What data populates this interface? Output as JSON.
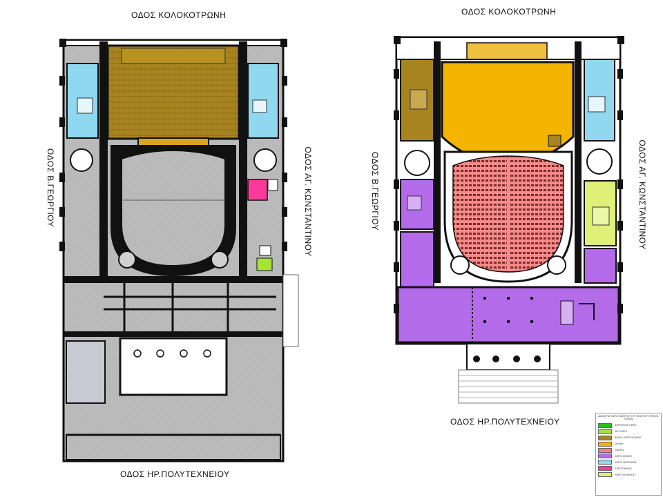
{
  "left_plan": {
    "street_top": "ΟΔΟΣ ΚΟΛΟΚΟΤΡΩΝΗ",
    "street_bottom": "ΟΔΟΣ ΗΡ.ΠΟΛΥΤΕΧΝΕΙΟΥ",
    "street_left": "ΟΔΟΣ Β.ΓΕΩΡΓΙΟΥ",
    "street_right": "ΟΔΟΣ ΑΓ. ΚΩΝΣΤΑΝΤΙΝΟΥ"
  },
  "right_plan": {
    "street_top": "ΟΔΟΣ ΚΟΛΟΚΟΤΡΩΝΗ",
    "street_bottom": "ΟΔΟΣ ΗΡ.ΠΟΛΥΤΕΧΝΕΙΟΥ",
    "street_left": "ΟΔΟΣ Β.ΓΕΩΡΓΙΟΥ",
    "street_right": "ΟΔΟΣ ΑΓ. ΚΩΝΣΤΑΝΤΙΝΟΥ"
  },
  "legend": {
    "title": "ΔΙΑΦΟΡΟΙ ΧΩΡΟΙ ΘΕΑΤΡΟΥ ΤΟΥ ΘΕΑΤΡΟΥ ΧΡΗΣΕΙΣ ΧΩΡΩΝ",
    "items": [
      {
        "label": "ΦΟΡΗΤΙΚΟΙ ΧΩΡΟΙ",
        "color": "#22c02a"
      },
      {
        "label": "WC ΧΩΡΟΙ",
        "color": "#a6e33a"
      },
      {
        "label": "ΒΟΗΘ. ΧΩΡΟΙ ΣΚΗΝΗΣ",
        "color": "#a88420"
      },
      {
        "label": "ΣΚΗΝΗ",
        "color": "#f4b400"
      },
      {
        "label": "ΘΕΑΤΕΣ",
        "color": "#ff7f7f"
      },
      {
        "label": "ΧΩΡΟΙ ΚΟΙΝΟΥ",
        "color": "#b36bea"
      },
      {
        "label": "ΧΩΡΟΙ ΗΘΟΠΟΙΩΝ",
        "color": "#8fd8f0"
      },
      {
        "label": "ΚΑΤΑΣΤΗΜΑΤΑ",
        "color": "#ff3a9a"
      },
      {
        "label": "ΧΩΡΟΙ ΔΙΟΙΚΗΣΗΣ",
        "color": "#dff078"
      }
    ]
  },
  "colors": {
    "wall": "#111111",
    "grey_fill": "#bdbdbd",
    "stage_brown": "#a88420",
    "stage_yellow": "#f4b400",
    "audience_red": "#f58080",
    "public_purple": "#b36bea",
    "actors_blue": "#8fd8f0",
    "admin_green": "#dff078",
    "shop_pink": "#ff3a9a",
    "wc_green": "#a6e33a"
  }
}
